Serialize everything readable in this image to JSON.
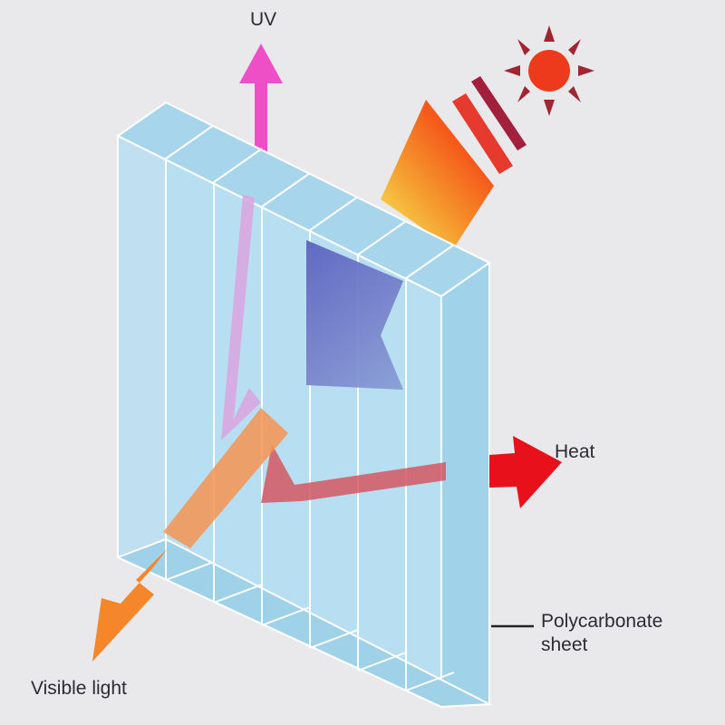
{
  "labels": {
    "uv": "UV",
    "heat": "Heat",
    "visible_light": "Visible light",
    "sheet_line1": "Polycarbonate",
    "sheet_line2": "sheet"
  },
  "colors": {
    "background": "#e9e9ec",
    "sheet_face": "#b3dcf0",
    "sheet_edge": "#a7d6ec",
    "sheet_outline": "#ffffff",
    "uv": "#ef4fc6",
    "heat": "#e8101b",
    "visible_light": "#f5862a",
    "sun": "#ee3a1c",
    "sun_rays": "#a02530",
    "sunbeam_start": "#f55a1a",
    "sunbeam_end": "#f6d14a",
    "absorbed_arrow": "#5f6fc4",
    "label_text": "#2b2b33"
  },
  "icons": {
    "sun": "sun-icon"
  }
}
